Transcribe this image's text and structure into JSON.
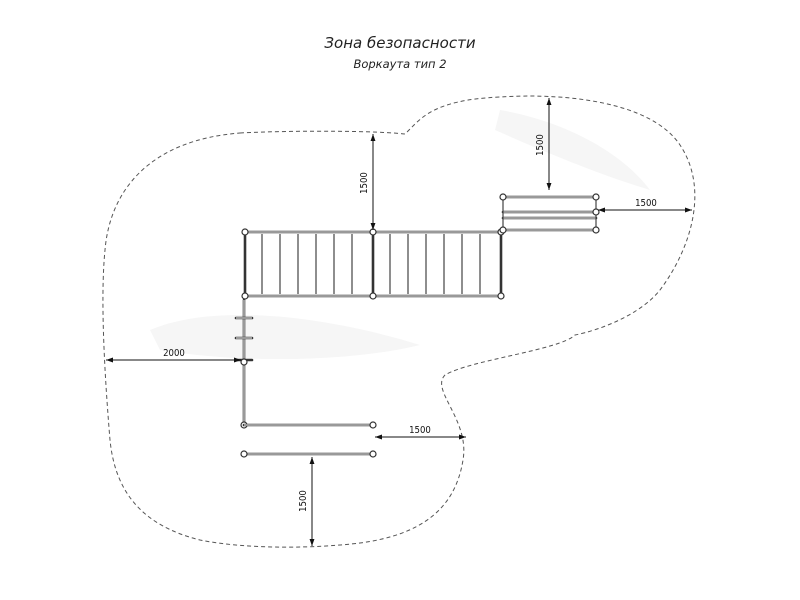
{
  "drawing": {
    "title": "Зона безопасности",
    "subtitle": "Воркаута тип 2"
  },
  "dimensions": {
    "top_vertical": "1500",
    "upper_right_vertical": "1500",
    "right_horizontal": "1500",
    "left_horizontal": "2000",
    "bottom_right_horizontal": "1500",
    "bottom_vertical": "1500"
  }
}
